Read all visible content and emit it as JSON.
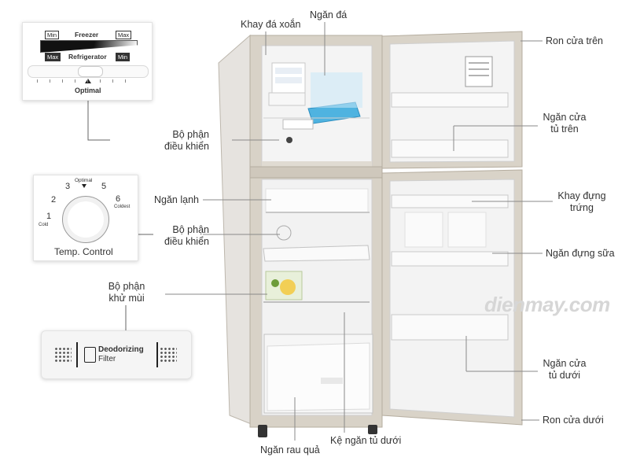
{
  "labels": {
    "khay_da_xoan": "Khay đá xoắn",
    "ngan_da": "Ngăn đá",
    "ron_cua_tren": "Ron cửa trên",
    "bo_phan_dieu_khien_1": [
      "Bộ phận",
      "điều khiển"
    ],
    "ngan_cua_tu_tren": [
      "Ngăn cửa",
      "tủ trên"
    ],
    "ngan_lanh": "Ngăn lạnh",
    "khay_dung_trung": [
      "Khay đựng",
      "trứng"
    ],
    "bo_phan_dieu_khien_2": [
      "Bộ phận",
      "điều khiển"
    ],
    "ngan_dung_sua": "Ngăn đựng sữa",
    "bo_phan_khu_mui": [
      "Bộ phận",
      "khử mùi"
    ],
    "ngan_cua_tu_duoi": [
      "Ngăn cửa",
      "tủ dưới"
    ],
    "ron_cua_duoi": "Ron cửa dưới",
    "ngan_rau_qua": "Ngăn rau quả",
    "ke_ngan_tu_duoi": "Kệ ngăn tủ dưới"
  },
  "inset_control": {
    "min_left": "Min",
    "freezer": "Freezer",
    "max_right": "Max",
    "max_left": "Max",
    "refrigerator": "Refrigerator",
    "min_right": "Min",
    "optimal": "Optimal"
  },
  "inset_dial": {
    "optimal": "Optimal",
    "n1": "1",
    "n2": "2",
    "n3": "3",
    "n5": "5",
    "n6": "6",
    "cold": "Cold",
    "coldest": "Coldest",
    "title": "Temp. Control"
  },
  "inset_filter": {
    "line1": "Deodorizing",
    "line2": "Filter"
  },
  "watermark": "dienmay.com",
  "colors": {
    "leader": "#8a8a8a",
    "fridge_body": "#c9c3b8",
    "interior": "#f2f2f2",
    "ice_tray": "#4fb3e0"
  }
}
